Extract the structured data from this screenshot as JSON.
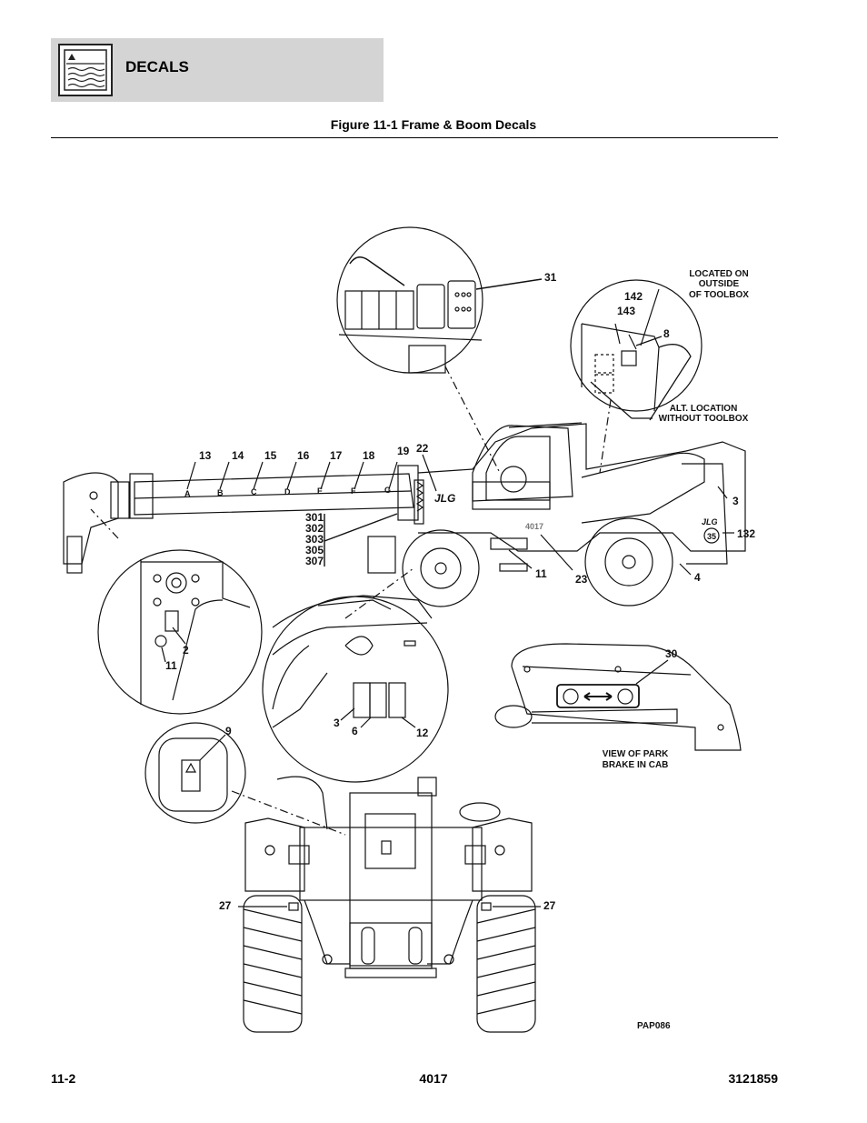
{
  "header": {
    "section_title": "DECALS"
  },
  "figure": {
    "title": "Figure 11-1 Frame & Boom Decals"
  },
  "notes": {
    "toolbox_line1": "LOCATED ON",
    "toolbox_line2": "OUTSIDE",
    "toolbox_line3": "OF TOOLBOX",
    "alt_line1": "ALT. LOCATION",
    "alt_line2": "WITHOUT TOOLBOX",
    "brake_line1": "VIEW OF PARK",
    "brake_line2": "BRAKE IN CAB",
    "drawing_code": "PAP086"
  },
  "callouts": {
    "c31": "31",
    "c142": "142",
    "c143": "143",
    "c8": "8",
    "c13": "13",
    "c14": "14",
    "c15": "15",
    "c16": "16",
    "c17": "17",
    "c18": "18",
    "c19": "19",
    "c22": "22",
    "c3": "3",
    "c132": "132",
    "c4": "4",
    "c11": "11",
    "c23": "23",
    "c301": "301",
    "c302": "302",
    "c303": "303",
    "c305": "305",
    "c307": "307",
    "c2": "2",
    "c11b": "11",
    "c30": "30",
    "c3b": "3",
    "c6": "6",
    "c12": "12",
    "c9": "9",
    "c27a": "27",
    "c27b": "27",
    "c35": "35"
  },
  "boom_letters": {
    "a": "A",
    "b": "B",
    "c": "C",
    "d": "D",
    "e": "E",
    "f": "F",
    "g": "G"
  },
  "labels": {
    "jlg_boom": "JLG",
    "jlg_rear": "JLG",
    "model_body": "4017"
  },
  "footer": {
    "page": "11-2",
    "model": "4017",
    "doc_number": "3121859"
  }
}
